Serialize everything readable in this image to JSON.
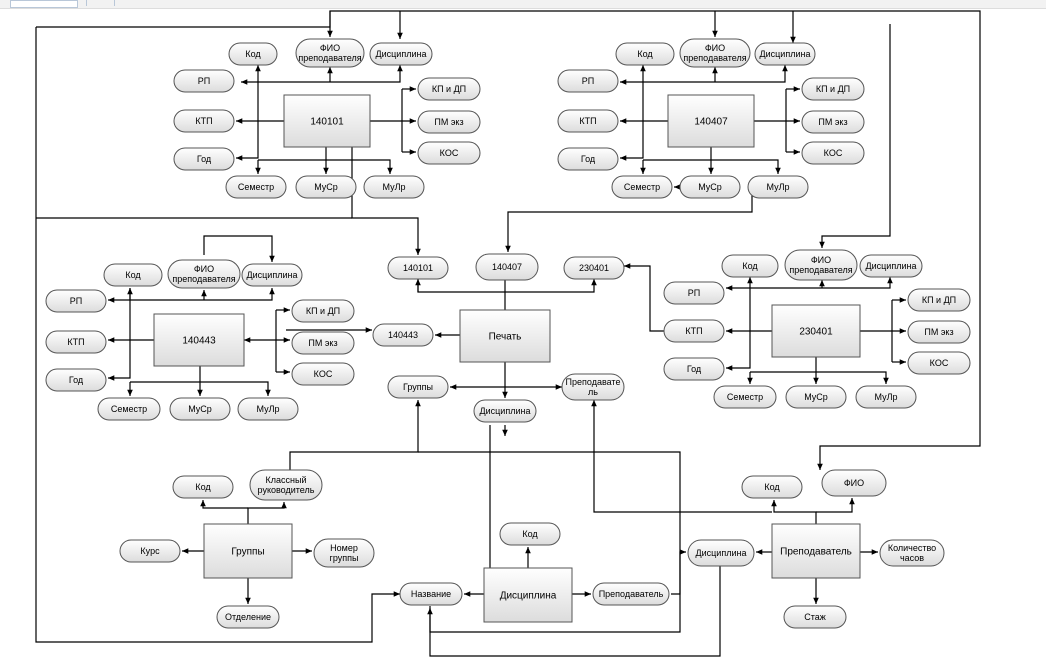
{
  "colors": {
    "line": "#000000",
    "node_fill_top": "#ffffff",
    "node_fill_bottom": "#dcdcdc",
    "node_stroke": "#555555",
    "background": "#ffffff"
  },
  "labels": {
    "kod": "Код",
    "fio": "ФИО\nпреподавателя",
    "discipline": "Дисциплина",
    "rp": "РП",
    "ktp": "КТП",
    "god": "Год",
    "kp_dp": "КП и ДП",
    "pm_ekz": "ПМ экз",
    "kos": "КОС",
    "semestr": "Семестр",
    "musr": "МуСр",
    "mulr": "МуЛр",
    "spec_140101": "140101",
    "spec_140407": "140407",
    "spec_140443": "140443",
    "spec_230401": "230401",
    "print": "Печать",
    "groups": "Группы",
    "teacher_wrapped": "Преподавате\nль",
    "class_teacher": "Классный\nруководитель",
    "course": "Курс",
    "group_number": "Номер\nгруппы",
    "department": "Отделение",
    "name": "Название",
    "teacher": "Преподаватель",
    "fio_short": "ФИО",
    "hours": "Количество\nчасов",
    "experience": "Стаж"
  }
}
